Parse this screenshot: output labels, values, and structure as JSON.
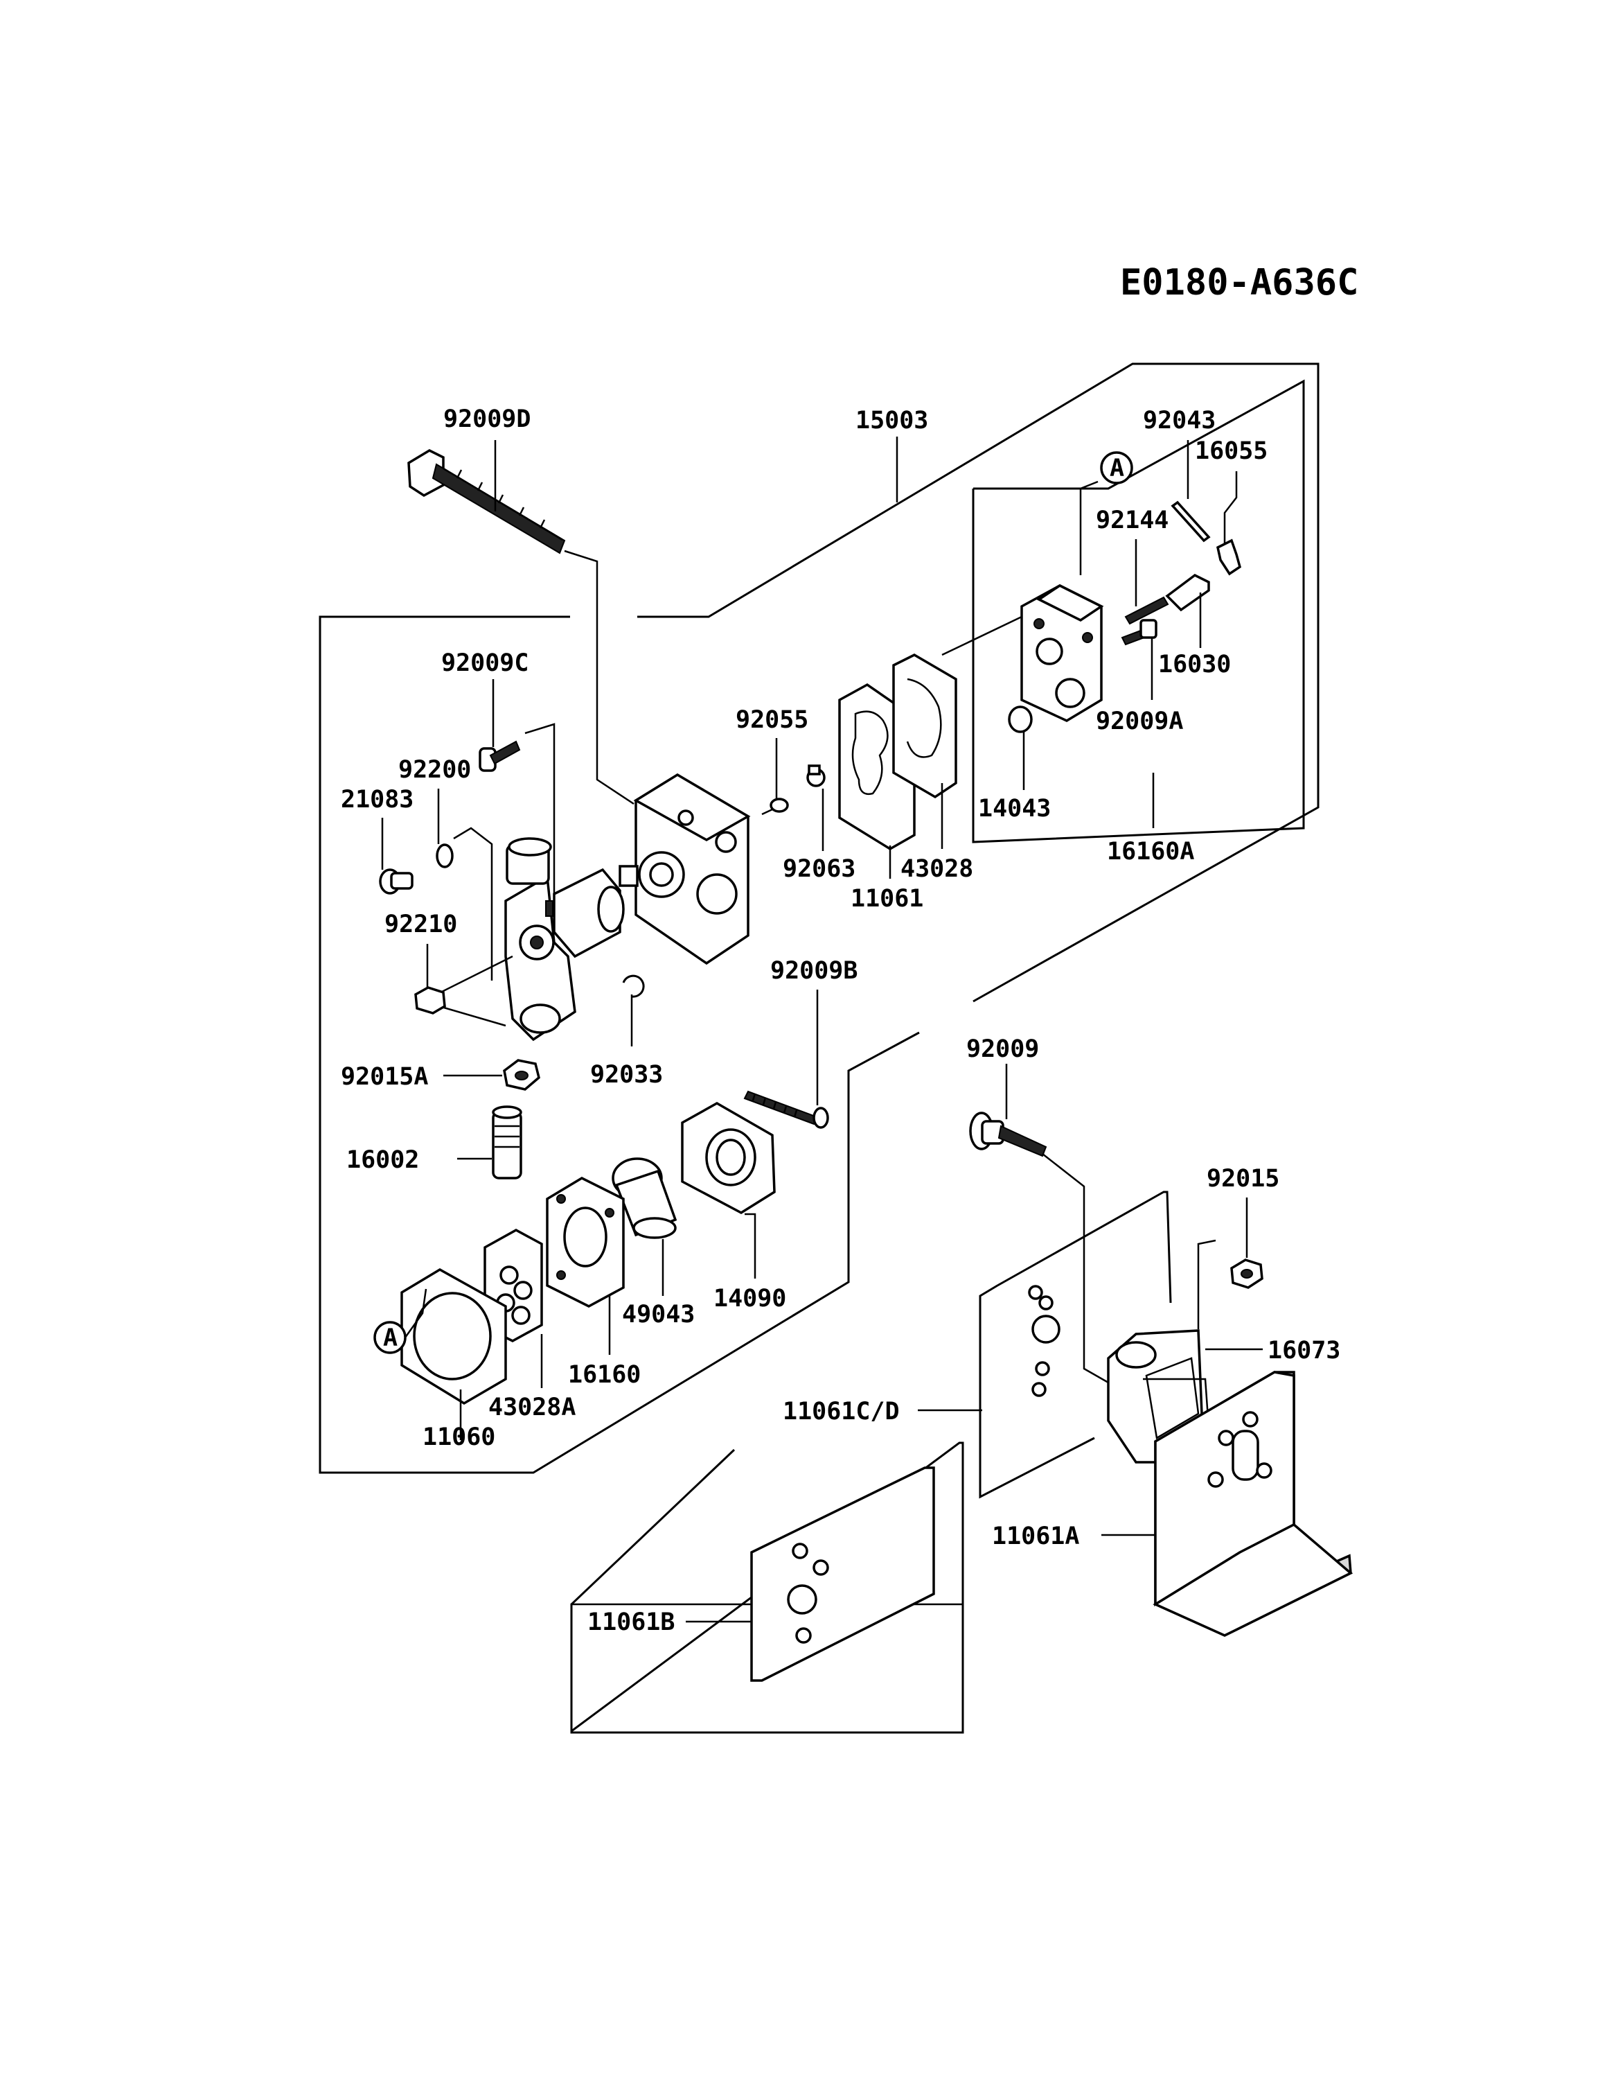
{
  "diagram_code": "E0180-A636C",
  "part_labels": {
    "p92009D": "92009D",
    "p15003": "15003",
    "p92043": "92043",
    "p16055": "16055",
    "p92144": "92144",
    "p16030": "16030",
    "p92009A": "92009A",
    "p14043": "14043",
    "p16160A": "16160A",
    "p92009C": "92009C",
    "p92200": "92200",
    "p21083": "21083",
    "p92210": "92210",
    "p92015A": "92015A",
    "p92033": "92033",
    "p92055": "92055",
    "p92063": "92063",
    "p43028": "43028",
    "p11061": "11061",
    "p92009B": "92009B",
    "p16002": "16002",
    "p14090": "14090",
    "p49043": "49043",
    "p16160": "16160",
    "p43028A": "43028A",
    "p11060": "11060",
    "p92009": "92009",
    "p92015": "92015",
    "p16073": "16073",
    "p11061CD": "11061C/D",
    "p11061A": "11061A",
    "p11061B": "11061B"
  },
  "reference_markers": {
    "upper": "A",
    "lower": "A"
  }
}
